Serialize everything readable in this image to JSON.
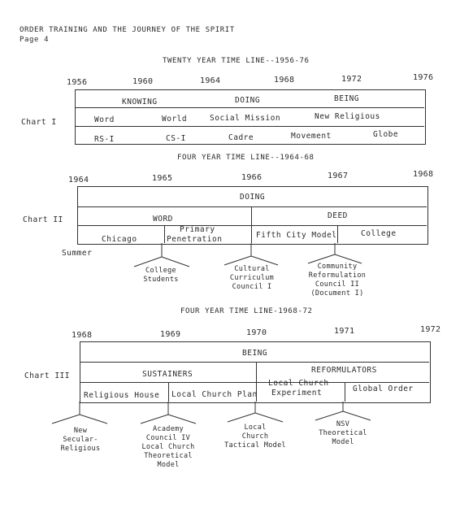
{
  "header": {
    "title": "ORDER TRAINING AND THE JOURNEY OF THE SPIRIT",
    "page": "Page 4"
  },
  "chart1": {
    "heading": "TWENTY YEAR TIME LINE--1956-76",
    "label": "Chart I",
    "years": [
      "1956",
      "1960",
      "1964",
      "1968",
      "1972",
      "1976"
    ],
    "phases": [
      "KNOWING",
      "DOING",
      "BEING"
    ],
    "row2": [
      "Word",
      "World",
      "Social Mission",
      "New Religious"
    ],
    "row3": [
      "RS-I",
      "CS-I",
      "Cadre",
      "Movement",
      "Globe"
    ]
  },
  "chart2": {
    "heading": "FOUR YEAR TIME LINE--1964-68",
    "label": "Chart II",
    "years": [
      "1964",
      "1965",
      "1966",
      "1967",
      "1968"
    ],
    "top": "DOING",
    "word": "WORD",
    "deed": "DEED",
    "row3": [
      "Chicago",
      "Primary",
      "Penetration",
      "Fifth City Model",
      "College"
    ],
    "summer": "Summer",
    "branches": [
      [
        "College",
        "Students"
      ],
      [
        "Cultural",
        "Curriculum",
        "Council I"
      ],
      [
        "Community",
        "Reformulation",
        "Council II",
        "(Document I)"
      ]
    ]
  },
  "chart3": {
    "heading": "FOUR YEAR TIME LINE-1968-72",
    "label": "Chart III",
    "years": [
      "1968",
      "1969",
      "1970",
      "1971",
      "1972"
    ],
    "top": "BEING",
    "sustainers": "SUSTAINERS",
    "reformulators": "REFORMULATORS",
    "row3": [
      "Religious House",
      "Local Church Plan",
      "Local Church",
      "Experiment",
      "Global Order"
    ],
    "branches": [
      [
        "New",
        "Secular-",
        "Religious"
      ],
      [
        "Academy",
        "Council IV",
        "Local Church",
        "Theoretical",
        "Model"
      ],
      [
        "Local",
        "Church",
        "Tactical Model"
      ],
      [
        "NSV",
        "Theoretical",
        "Model"
      ]
    ]
  }
}
